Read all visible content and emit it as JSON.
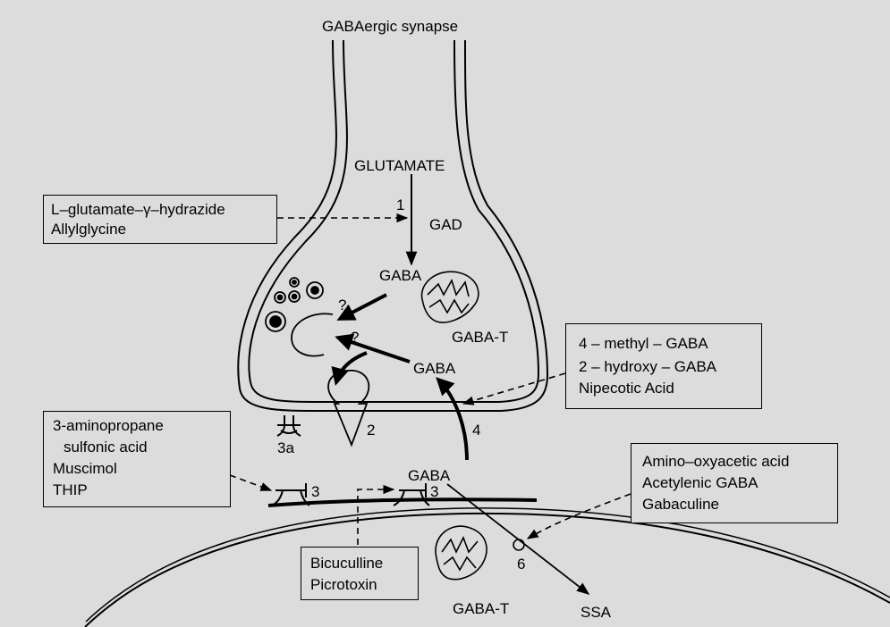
{
  "title": "GABAergic synapse",
  "labels": {
    "glutamate": "GLUTAMATE",
    "step1": "1",
    "gad": "GAD",
    "gaba_top": "GABA",
    "q1": "?",
    "q2": "?",
    "gaba_t_top": "GABA-T",
    "gaba_mid": "GABA",
    "step2": "2",
    "step3a": "3a",
    "step4": "4",
    "gaba_cleft": "GABA",
    "step3_left": "3",
    "step3_right": "3",
    "step6": "6",
    "gaba_t_bottom": "GABA-T",
    "ssa": "SSA"
  },
  "boxes": {
    "gad_inhibitors": [
      "L–glutamate–γ–hydrazide",
      "Allylglycine"
    ],
    "uptake_inhibitors": [
      "4 – methyl – GABA",
      "2 – hydroxy – GABA",
      "Nipecotic Acid"
    ],
    "agonists": [
      "3-aminopropane",
      "sulfonic acid",
      "Muscimol",
      "THIP"
    ],
    "transaminase_inhibitors": [
      "Amino–oxyacetic acid",
      "Acetylenic GABA",
      "Gabaculine"
    ],
    "antagonists": [
      "Bicuculline",
      "Picrotoxin"
    ]
  }
}
